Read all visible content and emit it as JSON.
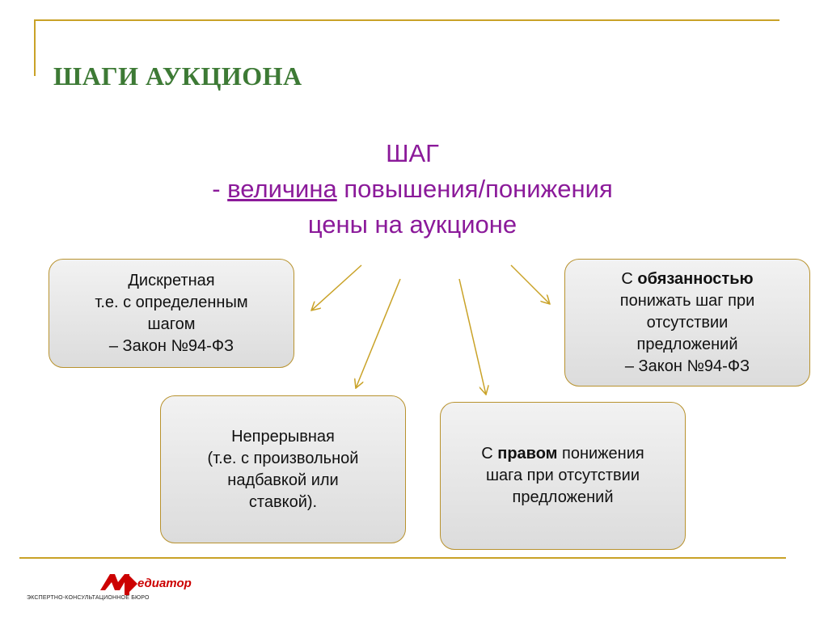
{
  "slide": {
    "title": "ШАГИ АУКЦИОНА",
    "definition": {
      "line1": "ШАГ",
      "line2_prefix": "- ",
      "line2_underlined": "величина",
      "line2_rest": " повышения/понижения",
      "line3": "цены на аукционе"
    }
  },
  "boxes": {
    "discrete": {
      "line1": "Дискретная",
      "line2": "т.е. с определенным",
      "line3": "шагом",
      "line4": "– Закон №94-ФЗ"
    },
    "duty": {
      "line1_prefix": "С ",
      "line1_bold": "обязанностью",
      "line2": "понижать шаг при",
      "line3": "отсутствии",
      "line4": "предложений",
      "line5": "– Закон №94-ФЗ"
    },
    "continuous": {
      "line1": "Непрерывная",
      "line2": "(т.е. с произвольной",
      "line3": "надбавкой или",
      "line4": "ставкой)."
    },
    "right": {
      "line1_prefix": "С ",
      "line1_bold": "правом",
      "line1_rest": " понижения",
      "line2": "шага при отсутствии",
      "line3": "предложений"
    }
  },
  "logo": {
    "word": "едиатор",
    "subtitle": "ЭКСПЕРТНО-КОНСУЛЬТАЦИОННОЕ БЮРО"
  },
  "colors": {
    "title": "#3d7a35",
    "definition": "#8b1a9a",
    "accent_lines": "#c9a227",
    "logo": "#cc0000"
  }
}
